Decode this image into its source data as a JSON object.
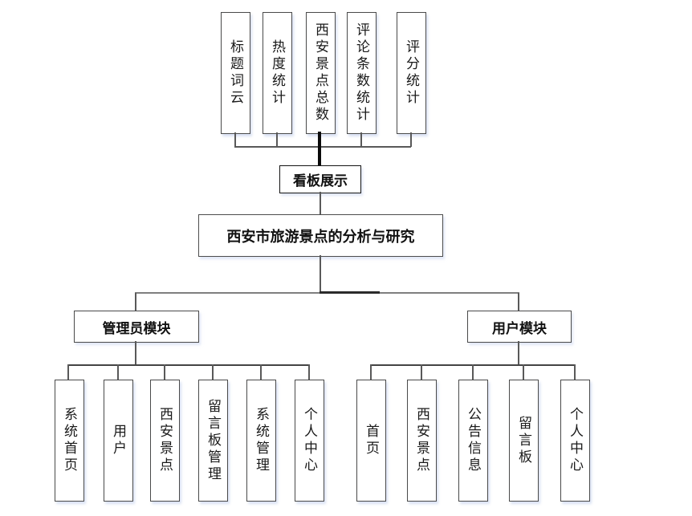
{
  "diagram": {
    "root_title": "西安市旅游景点的分析与研究",
    "kanban_label": "看板展示",
    "top_stats": [
      "标题词云",
      "热度统计",
      "西安景点总数",
      "评论条数统计",
      "评分统计"
    ],
    "admin": {
      "label": "管理员模块",
      "children": [
        "系统首页",
        "用户",
        "西安景点",
        "留言板管理",
        "系统管理",
        "个人中心"
      ]
    },
    "user": {
      "label": "用户模块",
      "children": [
        "首页",
        "西安景点",
        "公告信息",
        "留言板",
        "个人中心"
      ]
    }
  },
  "colors": {
    "background": "#ffffff",
    "box_border": "#4a4a4a",
    "connector_line": "#595959",
    "thick_trunk": "#0a0a0a",
    "text": "#1a1a1a",
    "box_glow": "#c6d2ee"
  }
}
